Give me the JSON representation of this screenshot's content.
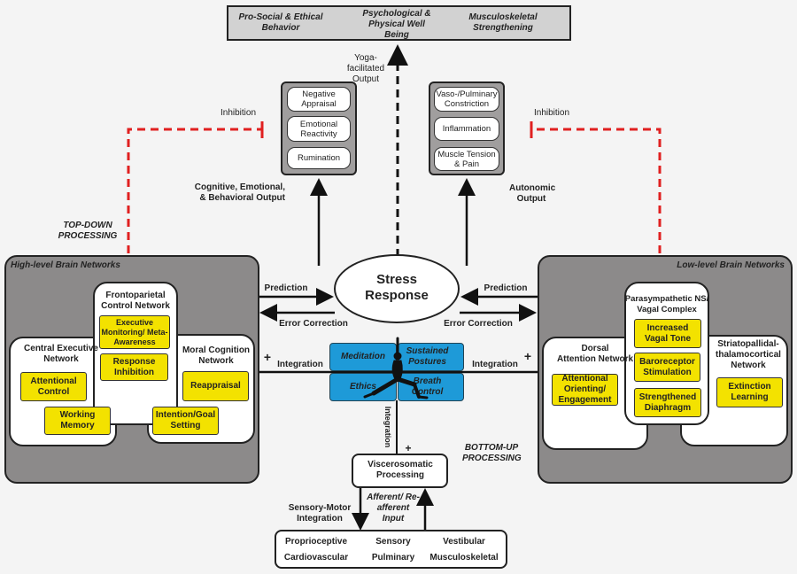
{
  "top_outcomes": [
    "Pro-Social & Ethical Behavior",
    "Psychological & Physical Well Being",
    "Musculoskeletal Strengthening"
  ],
  "yoga_output": "Yoga-facilitated Output",
  "left_output": {
    "items": [
      "Negative Appraisal",
      "Emotional Reactivity",
      "Rumination"
    ],
    "label": "Cognitive, Emotional, & Behavioral Output"
  },
  "right_output": {
    "items": [
      "Vaso-/Pulminary Constriction",
      "Inflammation",
      "Muscle Tension & Pain"
    ],
    "label": "Autonomic Output"
  },
  "inhibition": "Inhibition",
  "top_down": "TOP-DOWN PROCESSING",
  "bottom_up": "BOTTOM-UP PROCESSING",
  "stress": "Stress Response",
  "prediction": "Prediction",
  "error_correction": "Error Correction",
  "integration": "Integration",
  "plus": "+",
  "high": {
    "title": "High-level Brain Networks",
    "central": {
      "title": "Central Executive Network",
      "items": [
        "Attentional Control",
        "Working Memory"
      ]
    },
    "fronto": {
      "title": "Frontoparietal Control Network",
      "items": [
        "Executive Monitoring/ Meta-Awareness",
        "Response Inhibition"
      ]
    },
    "moral": {
      "title": "Moral Cognition Network",
      "items": [
        "Reappraisal",
        "Intention/Goal Setting"
      ]
    }
  },
  "low": {
    "title": "Low-level Brain Networks",
    "dorsal": {
      "title": "Dorsal Attention Network",
      "items": [
        "Attentional Orienting/ Engagement"
      ]
    },
    "para": {
      "title": "Parasympathetic NS/ Vagal Complex",
      "items": [
        "Increased Vagal Tone",
        "Baroreceptor Stimulation",
        "Strengthened Diaphragm"
      ]
    },
    "striato": {
      "title": "Striatopallidal-thalamocortical Network",
      "items": [
        "Extinction Learning"
      ]
    }
  },
  "practices": [
    "Meditation",
    "Sustained Postures",
    "Ethics",
    "Breath Control"
  ],
  "viscero": "Viscerosomatic Processing",
  "sensory_motor": "Sensory-Motor Integration",
  "afferent": "Afferent/ Re-afferent Input",
  "inputs": [
    "Proprioceptive",
    "Sensory",
    "Vestibular",
    "Cardiovascular",
    "Pulminary",
    "Musculoskeletal"
  ],
  "colors": {
    "yellow": "#f3e200",
    "blue": "#1e9ad8",
    "inhibition_red": "#e02020",
    "panel_gray": "#8c8a8a"
  }
}
